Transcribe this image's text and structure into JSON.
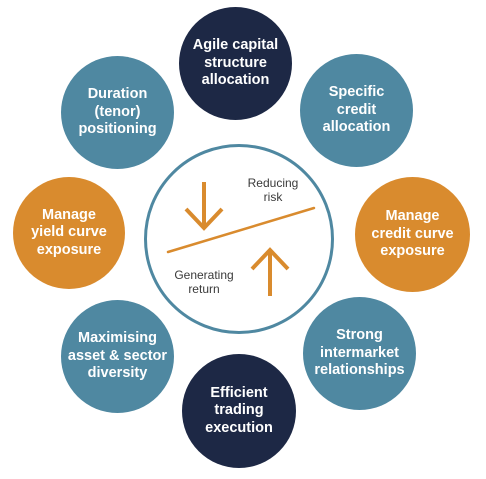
{
  "colors": {
    "navy": "#1d2845",
    "blue": "#4f88a1",
    "orange": "#d98b2e",
    "line": "#d98b2e"
  },
  "nodes": {
    "top": "Agile capital\nstructure\nallocation",
    "top_right": "Specific\ncredit\nallocation",
    "right": "Manage\ncredit curve\nexposure",
    "bottom_right": "Strong\nintermarket\nrelationships",
    "bottom": "Efficient\ntrading\nexecution",
    "bottom_left": "Maximising\nasset & sector\ndiversity",
    "left": "Manage\nyield curve\nexposure",
    "top_left": "Duration\n(tenor)\npositioning"
  },
  "center": {
    "reducing_risk": "Reducing\nrisk",
    "generating_return": "Generating\nreturn"
  }
}
